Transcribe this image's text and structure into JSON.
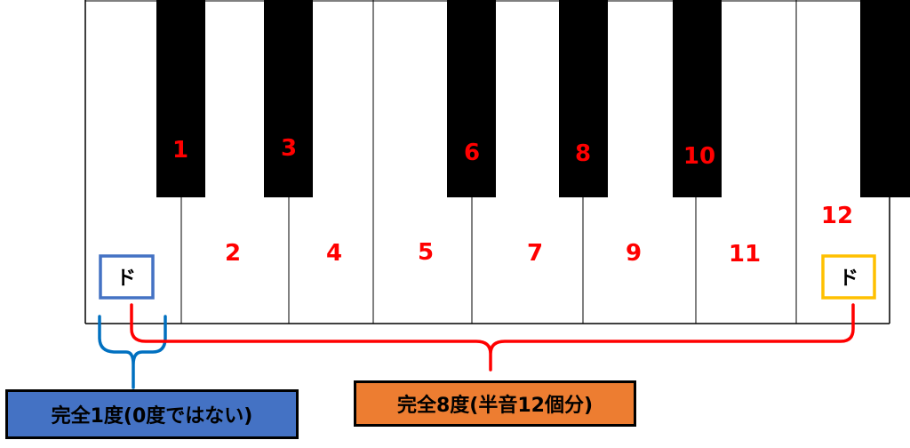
{
  "colors": {
    "number": "#ff0000",
    "black_key": "#000000",
    "do_left_border": "#4472c4",
    "do_right_border": "#ffc000",
    "unison_bracket": "#0070c0",
    "octave_bracket": "#ff0000",
    "unison_box": "#4472c4",
    "octave_box": "#ed7d31"
  },
  "keyboard": {
    "black_key_numbers": [
      "1",
      "3",
      "6",
      "8",
      "10"
    ],
    "white_key_numbers": [
      "2",
      "4",
      "5",
      "7",
      "9",
      "11"
    ],
    "octave_number": "12"
  },
  "do_left": "ド",
  "do_right": "ド",
  "labels": {
    "unison": "完全1度(0度ではない)",
    "octave": "完全8度(半音12個分)"
  }
}
